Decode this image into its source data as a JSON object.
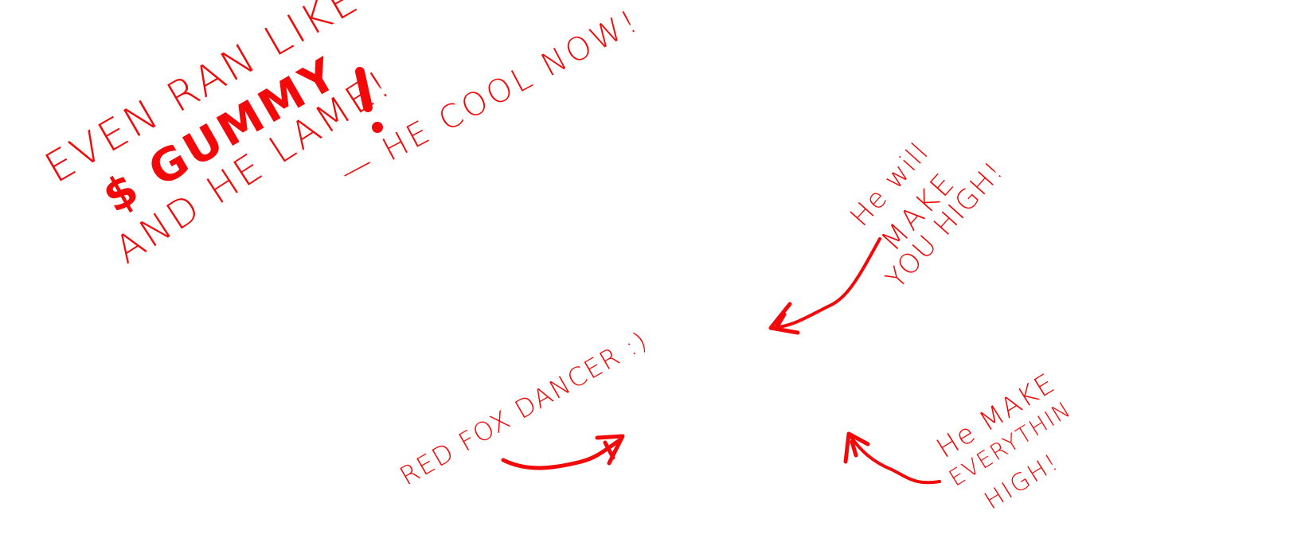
{
  "notes": {
    "gummy": {
      "line1": "EVEN RAN LIKE",
      "line2": "$ GUMMY",
      "line3": "AND HE LAME!"
    },
    "cool": "— HE COOL NOW!",
    "will_make": {
      "line1": "He will",
      "line2": "MAKE",
      "line3": "YOU HIGH!"
    },
    "dancer": "RED FOX DANCER :)",
    "everything": {
      "line1": "He MAKE",
      "line2": "EVERYTHIN",
      "line3": "HIGH!"
    }
  },
  "ink_color": "#f20a0a"
}
